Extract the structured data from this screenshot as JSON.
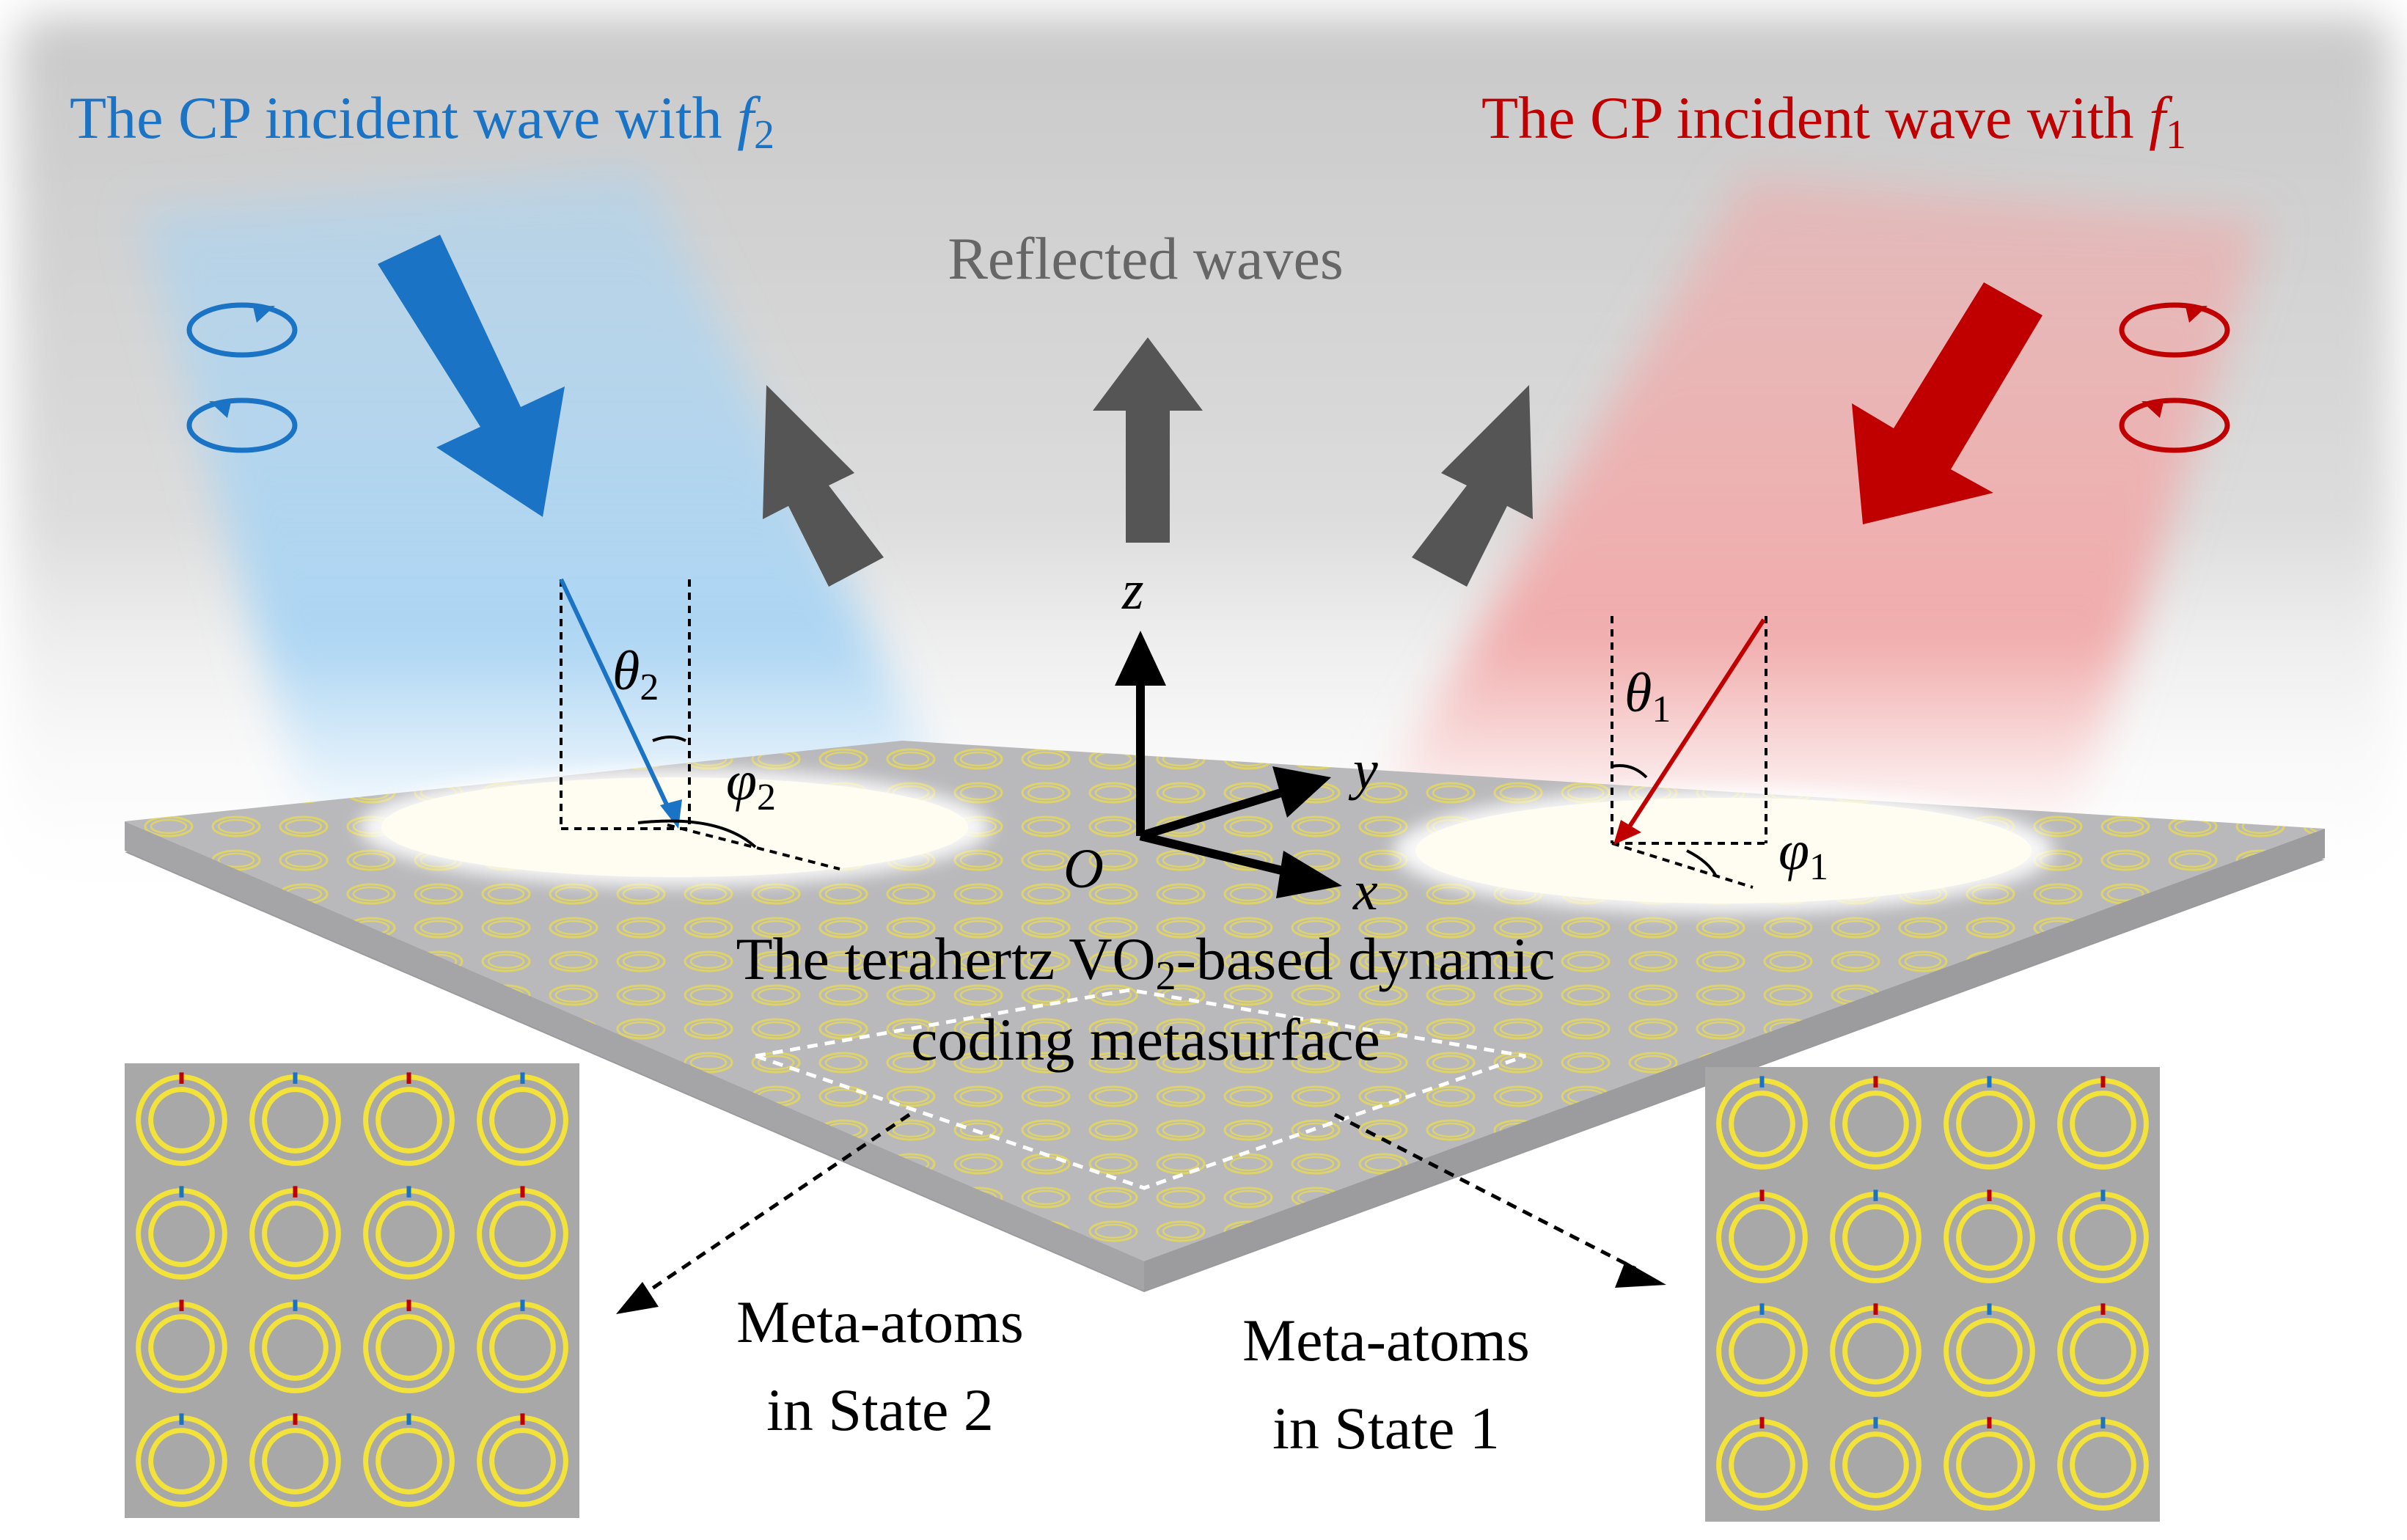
{
  "colors": {
    "blue": "#1a73c4",
    "red": "#c00000",
    "gray_arrow": "#555555",
    "ring": "#f3e23a",
    "plate": "#b9b9bc",
    "panel": "#a8a8a8",
    "blue_beam": "#a9d4f3",
    "red_beam": "#f1a8a8"
  },
  "labels": {
    "wave_f2_text": "The CP incident wave with ",
    "wave_f2_sym": "f",
    "wave_f2_sub": "2",
    "wave_f1_text": "The CP incident wave with ",
    "wave_f1_sym": "f",
    "wave_f1_sub": "1",
    "reflected": "Reflected waves",
    "theta": "θ",
    "phi": "φ",
    "sub1": "1",
    "sub2": "2",
    "axis_z": "z",
    "axis_y": "y",
    "axis_x": "x",
    "origin": "O",
    "metasurface_line1_a": "The terahertz VO",
    "metasurface_line1_sub": "2",
    "metasurface_line1_b": "-based dynamic",
    "metasurface_line2": "coding metasurface",
    "state2_line1": "Meta-atoms",
    "state2_line2": "in State 2",
    "state1_line1": "Meta-atoms",
    "state1_line2": "in State 1"
  },
  "icons": [
    "cp-rotation-icon",
    "incident-arrow-icon",
    "reflected-arrow-icon",
    "axis-arrow-icon",
    "meta-atom-ring-icon"
  ],
  "panels": {
    "rows": 4,
    "cols": 4
  }
}
